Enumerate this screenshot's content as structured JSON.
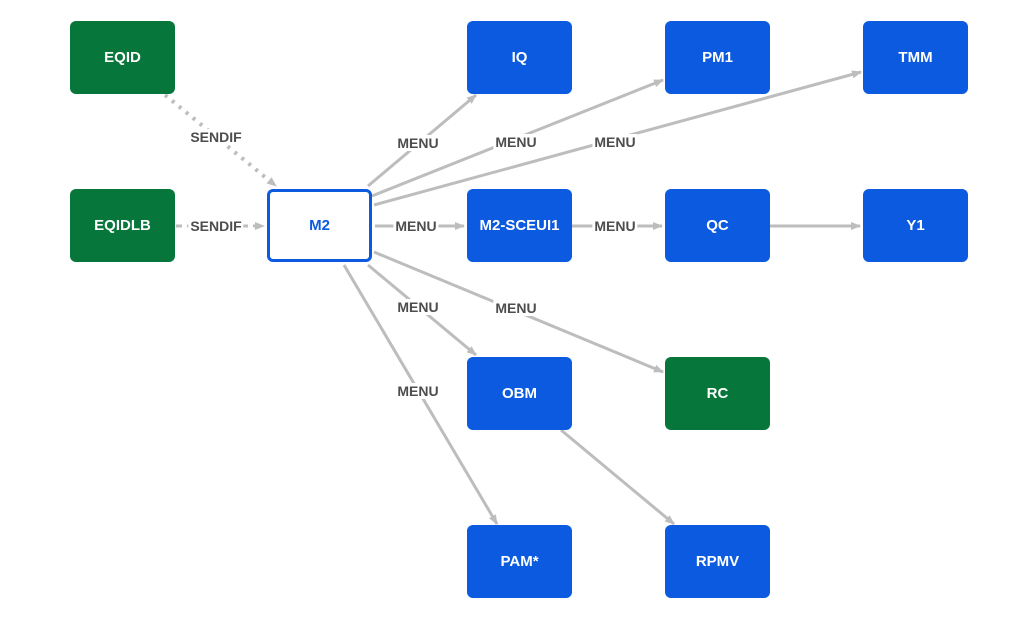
{
  "colors": {
    "node_blue": "#0b5ae0",
    "node_green": "#06763b",
    "edge": "#bdbdbd",
    "edge_label": "#4d4d4d"
  },
  "nodes": {
    "eqid": {
      "label": "EQID",
      "color": "green"
    },
    "eqidlb": {
      "label": "EQIDLB",
      "color": "green"
    },
    "m2": {
      "label": "M2",
      "color": "selected"
    },
    "iq": {
      "label": "IQ",
      "color": "blue"
    },
    "pm1": {
      "label": "PM1",
      "color": "blue"
    },
    "tmm": {
      "label": "TMM",
      "color": "blue"
    },
    "m2_sceui1": {
      "label": "M2-SCEUI1",
      "color": "blue"
    },
    "qc": {
      "label": "QC",
      "color": "blue"
    },
    "y1": {
      "label": "Y1",
      "color": "blue"
    },
    "obm": {
      "label": "OBM",
      "color": "blue"
    },
    "rc": {
      "label": "RC",
      "color": "green"
    },
    "pam": {
      "label": "PAM*",
      "color": "blue"
    },
    "rpmv": {
      "label": "RPMV",
      "color": "blue"
    }
  },
  "edges": [
    {
      "from": "eqid",
      "to": "m2",
      "label": "SENDIF",
      "style": "dotted"
    },
    {
      "from": "eqidlb",
      "to": "m2",
      "label": "SENDIF",
      "style": "dashed"
    },
    {
      "from": "m2",
      "to": "iq",
      "label": "MENU",
      "style": "solid"
    },
    {
      "from": "m2",
      "to": "pm1",
      "label": "MENU",
      "style": "solid"
    },
    {
      "from": "m2",
      "to": "tmm",
      "label": "MENU",
      "style": "solid"
    },
    {
      "from": "m2",
      "to": "m2_sceui1",
      "label": "MENU",
      "style": "solid"
    },
    {
      "from": "m2_sceui1",
      "to": "qc",
      "label": "MENU",
      "style": "solid"
    },
    {
      "from": "qc",
      "to": "y1",
      "label": "",
      "style": "solid"
    },
    {
      "from": "m2",
      "to": "obm",
      "label": "MENU",
      "style": "solid"
    },
    {
      "from": "m2",
      "to": "rc",
      "label": "MENU",
      "style": "solid"
    },
    {
      "from": "m2",
      "to": "pam",
      "label": "MENU",
      "style": "solid"
    },
    {
      "from": "obm",
      "to": "rpmv",
      "label": "",
      "style": "solid"
    }
  ]
}
